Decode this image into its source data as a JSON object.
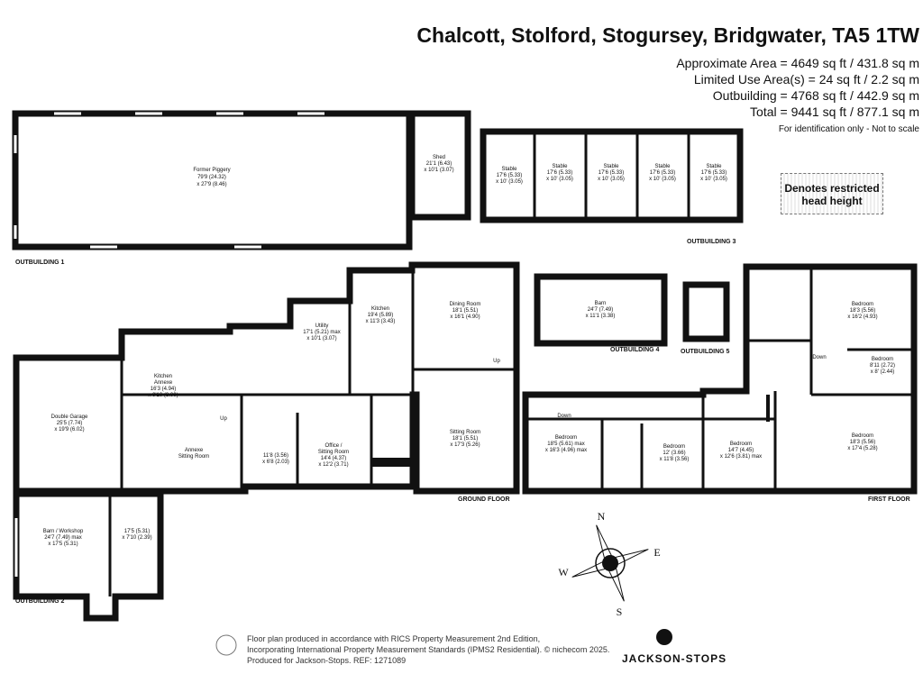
{
  "header": {
    "title": "Chalcott, Stolford, Stogursey, Bridgwater, TA5 1TW",
    "approx_area": "Approximate Area = 4649 sq ft / 431.8 sq m",
    "limited_use": "Limited Use Area(s) = 24 sq ft / 2.2 sq m",
    "outbuilding": "Outbuilding = 4768 sq ft / 442.9 sq m",
    "total": "Total = 9441 sq ft / 877.1 sq m",
    "identification": "For identification only - Not to scale"
  },
  "legend": {
    "restricted": "Denotes restricted head height"
  },
  "rooms": {
    "former_piggery": {
      "name": "Former Piggery",
      "dim1": "79'9 (24.32)",
      "dim2": "x 27'9 (8.46)"
    },
    "shed": {
      "name": "Shed",
      "dim1": "21'1 (6.43)",
      "dim2": "x 10'1 (3.07)"
    },
    "stable": {
      "name": "Stable",
      "dim1": "17'6 (5.33)",
      "dim2": "x 10' (3.05)"
    },
    "barn4": {
      "name": "Barn",
      "dim1": "24'7 (7.49)",
      "dim2": "x 11'1 (3.38)"
    },
    "kitchen": {
      "name": "Kitchen",
      "dim1": "19'4 (5.89)",
      "dim2": "x 11'3 (3.43)"
    },
    "dining": {
      "name": "Dining Room",
      "dim1": "18'1 (5.51)",
      "dim2": "x 16'1 (4.90)"
    },
    "utility": {
      "name": "Utility",
      "dim1": "17'1 (5.21) max",
      "dim2": "x 10'1 (3.07)"
    },
    "double_garage": {
      "name": "Double Garage",
      "dim1": "25'5 (7.74)",
      "dim2": "x 19'9 (6.02)"
    },
    "kitchen_annexe": {
      "name": "Kitchen",
      "name2": "Annexe",
      "dim1": "16'3 (4.94)",
      "dim2": "x 9'10 (3.00)"
    },
    "annexe_sitting": {
      "name": "Annexe",
      "name2": "Sitting Room"
    },
    "small_room": {
      "dim1": "11'8 (3.56)",
      "dim2": "x 6'8 (2.03)"
    },
    "office": {
      "name": "Office /",
      "name2": "Sitting Room",
      "dim1": "14'4 (4.37)",
      "dim2": "x 12'2 (3.71)"
    },
    "sitting": {
      "name": "Sitting Room",
      "dim1": "18'1 (5.51)",
      "dim2": "x 17'3 (5.26)"
    },
    "barn_workshop": {
      "name": "Barn / Workshop",
      "dim1": "24'7 (7.49) max",
      "dim2": "x 17'5 (5.31)"
    },
    "ob2_store": {
      "dim1": "17'5 (5.31)",
      "dim2": "x 7'10 (2.39)"
    },
    "bed1": {
      "name": "Bedroom",
      "dim1": "18'5 (5.61) max",
      "dim2": "x 16'3 (4.96) max"
    },
    "bed2": {
      "name": "Bedroom",
      "dim1": "12' (3.66)",
      "dim2": "x 11'8 (3.56)"
    },
    "bed3": {
      "name": "Bedroom",
      "dim1": "14'7 (4.45)",
      "dim2": "x 12'6 (3.81) max"
    },
    "bed4": {
      "name": "Bedroom",
      "dim1": "18'3 (5.56)",
      "dim2": "x 17'4 (5.28)"
    },
    "bed5": {
      "name": "Bedroom",
      "dim1": "18'3 (5.56)",
      "dim2": "x 16'2 (4.93)"
    },
    "bed6": {
      "name": "Bedroom",
      "dim1": "8'11 (2.72)",
      "dim2": "x 8' (2.44)"
    }
  },
  "markers": {
    "up": "Up",
    "down": "Down"
  },
  "floors": {
    "ob1": "OUTBUILDING 1",
    "ob2": "OUTBUILDING 2",
    "ob3": "OUTBUILDING 3",
    "ob4": "OUTBUILDING 4",
    "ob5": "OUTBUILDING 5",
    "ground": "GROUND FLOOR",
    "first": "FIRST FLOOR"
  },
  "compass": {
    "n": "N",
    "e": "E",
    "s": "S",
    "w": "W"
  },
  "footer": {
    "line1": "Floor plan produced in accordance with RICS Property Measurement 2nd Edition,",
    "line2": "Incorporating International Property Measurement Standards (IPMS2 Residential).  © nichecom 2025.",
    "line3": "Produced for Jackson-Stops.   REF:  1271089",
    "brand": "JACKSON-STOPS"
  }
}
